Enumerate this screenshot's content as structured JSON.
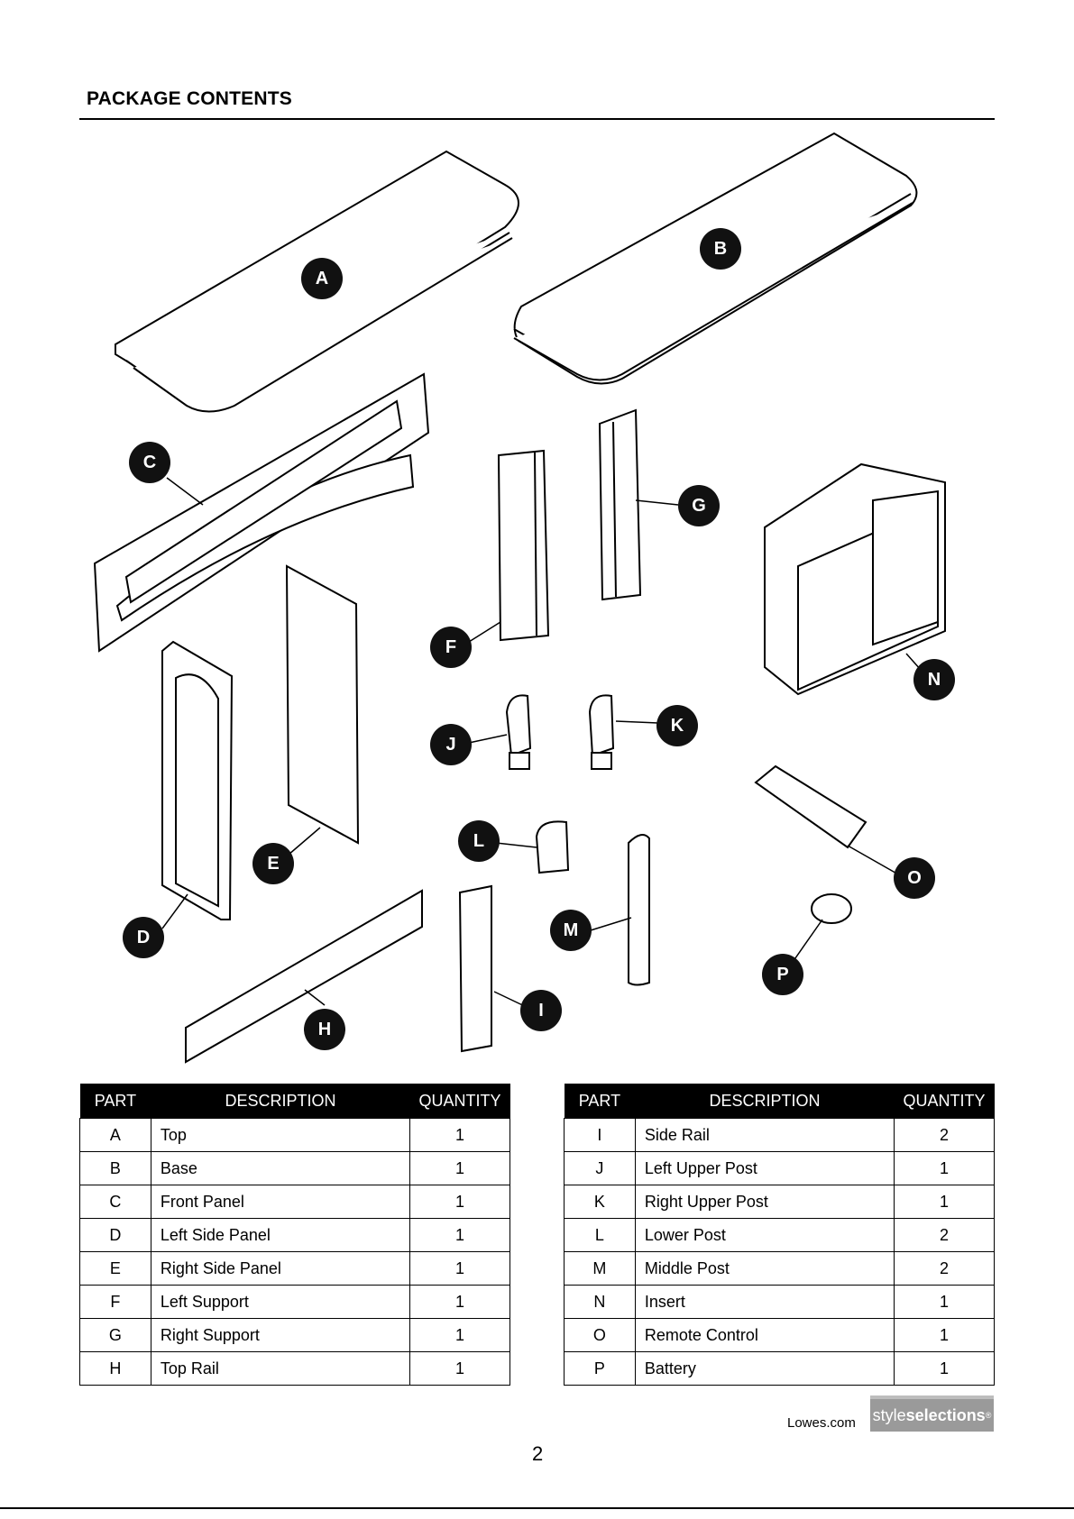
{
  "page": {
    "title": "PACKAGE CONTENTS",
    "page_number": "2",
    "footer_site": "Lowes.com",
    "brand_light": "style",
    "brand_bold": "selections",
    "brand_mark": "®"
  },
  "callouts": {
    "A": "A",
    "B": "B",
    "C": "C",
    "D": "D",
    "E": "E",
    "F": "F",
    "G": "G",
    "H": "H",
    "I": "I",
    "J": "J",
    "K": "K",
    "L": "L",
    "M": "M",
    "N": "N",
    "O": "O",
    "P": "P"
  },
  "tables": {
    "headers": {
      "part": "PART",
      "description": "DESCRIPTION",
      "quantity": "QUANTITY"
    },
    "left": [
      {
        "part": "A",
        "description": "Top",
        "quantity": "1"
      },
      {
        "part": "B",
        "description": "Base",
        "quantity": "1"
      },
      {
        "part": "C",
        "description": "Front Panel",
        "quantity": "1"
      },
      {
        "part": "D",
        "description": "Left Side Panel",
        "quantity": "1"
      },
      {
        "part": "E",
        "description": "Right Side Panel",
        "quantity": "1"
      },
      {
        "part": "F",
        "description": "Left Support",
        "quantity": "1"
      },
      {
        "part": "G",
        "description": "Right Support",
        "quantity": "1"
      },
      {
        "part": "H",
        "description": "Top Rail",
        "quantity": "1"
      }
    ],
    "right": [
      {
        "part": "I",
        "description": "Side Rail",
        "quantity": "2"
      },
      {
        "part": "J",
        "description": "Left Upper Post",
        "quantity": "1"
      },
      {
        "part": "K",
        "description": "Right Upper Post",
        "quantity": "1"
      },
      {
        "part": "L",
        "description": "Lower Post",
        "quantity": "2"
      },
      {
        "part": "M",
        "description": "Middle Post",
        "quantity": "2"
      },
      {
        "part": "N",
        "description": "Insert",
        "quantity": "1"
      },
      {
        "part": "O",
        "description": "Remote Control",
        "quantity": "1"
      },
      {
        "part": "P",
        "description": "Battery",
        "quantity": "1"
      }
    ]
  }
}
